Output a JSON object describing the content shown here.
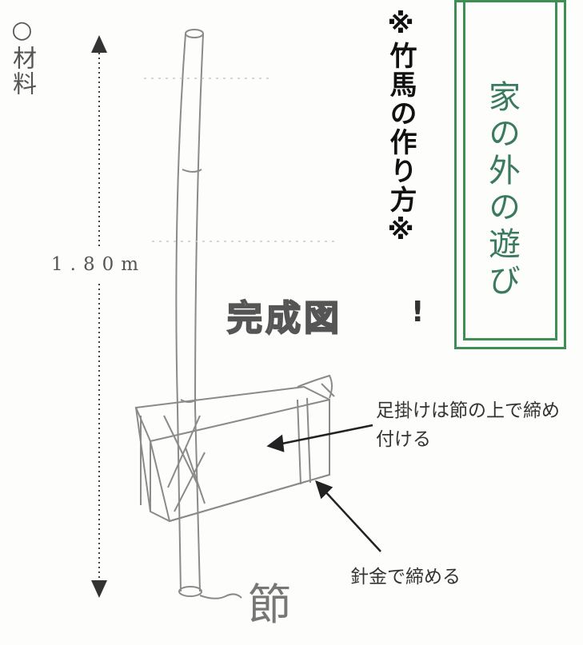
{
  "materials_label": "○材料",
  "howto_title": "※竹馬の作り方※",
  "box_title": "家の外の遊び",
  "length_label": "1.80m",
  "complete_label": "完成図",
  "complete_mark": "!",
  "note_footrest": "足掛けは節の上で締め付ける",
  "note_wire": "針金で締める",
  "node_label": "節",
  "colors": {
    "frame_green": "#3f8f55",
    "title_green": "#3a7a5e",
    "sketch": "#8a8a8a"
  }
}
